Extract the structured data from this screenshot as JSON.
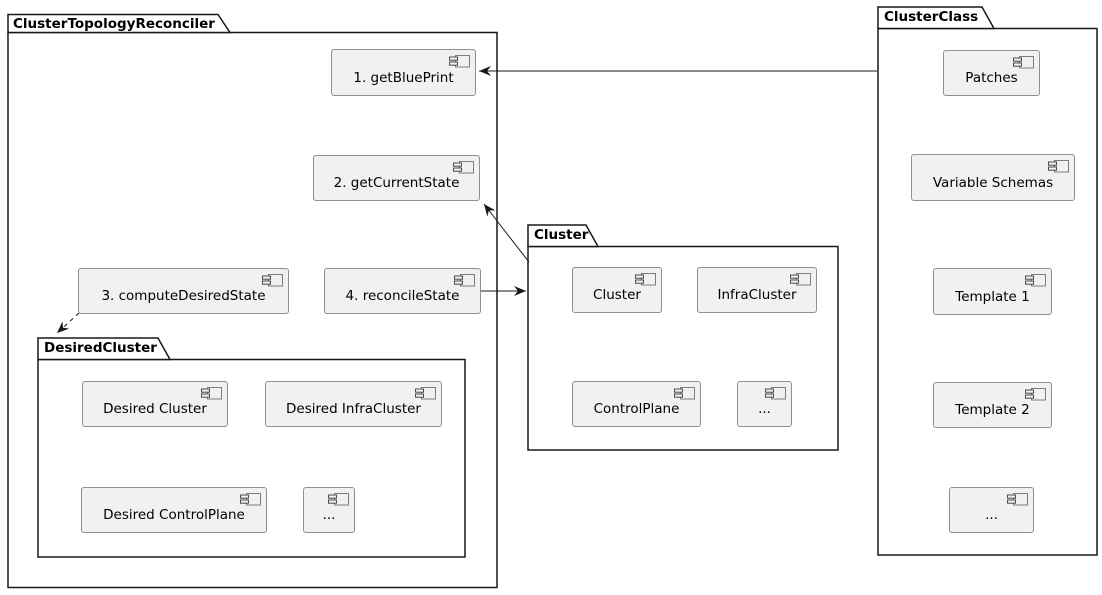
{
  "diagram": {
    "packages": {
      "reconciler": {
        "title": "ClusterTopologyReconciler"
      },
      "desired_cluster": {
        "title": "DesiredCluster"
      },
      "cluster": {
        "title": "Cluster"
      },
      "cluster_class": {
        "title": "ClusterClass"
      }
    },
    "components": {
      "get_blueprint": "1. getBluePrint",
      "get_current_state": "2. getCurrentState",
      "compute_desired_state": "3. computeDesiredState",
      "reconcile_state": "4. reconcileState",
      "desired_cluster": "Desired Cluster",
      "desired_infra_cluster": "Desired InfraCluster",
      "desired_control_plane": "Desired ControlPlane",
      "desired_more": "...",
      "cluster": "Cluster",
      "infra_cluster": "InfraCluster",
      "control_plane": "ControlPlane",
      "cluster_more": "...",
      "patches": "Patches",
      "variable_schemas": "Variable Schemas",
      "template_1": "Template 1",
      "template_2": "Template 2",
      "class_more": "..."
    },
    "edges": [
      {
        "from": "ClusterClass",
        "to": "1. getBluePrint",
        "style": "solid"
      },
      {
        "from": "Cluster",
        "to": "2. getCurrentState",
        "style": "solid"
      },
      {
        "from": "4. reconcileState",
        "to": "Cluster",
        "style": "solid"
      },
      {
        "from": "3. computeDesiredState",
        "to": "DesiredCluster",
        "style": "dashed"
      }
    ],
    "colors": {
      "background": "#FFFFFF",
      "component_fill": "#F1F1F1",
      "component_border": "#909090",
      "package_border": "#181818",
      "text": "#000000"
    }
  }
}
